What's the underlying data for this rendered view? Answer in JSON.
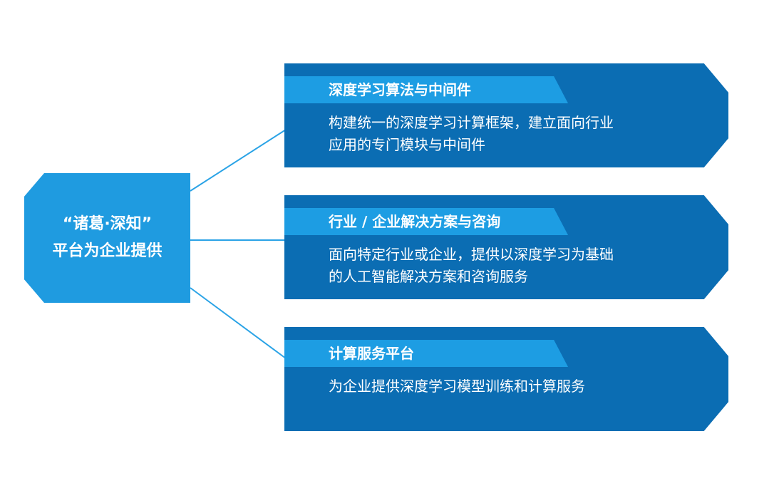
{
  "hub": {
    "line1": "“诸葛·深知”",
    "line2": "平台为企业提供"
  },
  "cards": [
    {
      "title": "深度学习算法与中间件",
      "desc_lines": [
        "构建统一的深度学习计算框架，建立面向行业",
        "应用的专门模块与中间件"
      ]
    },
    {
      "title": "行业 / 企业解决方案与咨询",
      "desc_lines": [
        "面向特定行业或企业，提供以深度学习为基础",
        "的人工智能解决方案和咨询服务"
      ]
    },
    {
      "title": "计算服务平台",
      "desc_lines": [
        "为企业提供深度学习模型训练和计算服务"
      ]
    }
  ],
  "colors": {
    "hub_fill": "#1f9be0",
    "card_fill": "#0b6db3",
    "header_fill": "#1d9de3",
    "connector": "#2aa3e6",
    "text": "#ffffff"
  }
}
